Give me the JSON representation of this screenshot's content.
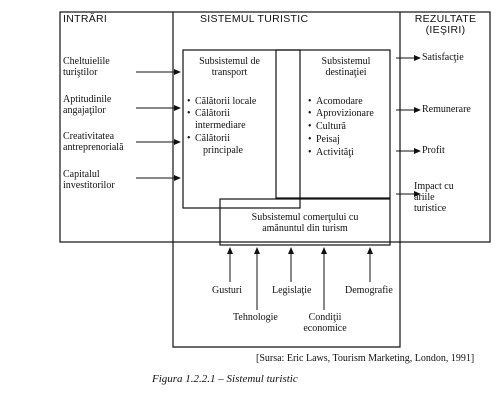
{
  "headers": {
    "inputs": "INTRĂRI",
    "system": "SISTEMUL TURISTIC",
    "results_line1": "REZULTATE",
    "results_line2": "(IEŞIRI)"
  },
  "inputs": [
    [
      "Cheltuielile",
      "turiştilor"
    ],
    [
      "Aptitudinile",
      "angajaţilor"
    ],
    [
      "Creativitatea",
      "antreprenorială"
    ],
    [
      "Capitalul",
      "investitorilor"
    ]
  ],
  "transport": {
    "title": [
      "Subsistemul de",
      "transport"
    ],
    "items": [
      "Călătorii locale",
      "Călătorii",
      "intermediare",
      "Călătorii",
      "principale"
    ]
  },
  "destination": {
    "title": [
      "Subsistemul",
      "destinaţiei"
    ],
    "items": [
      "Acomodare",
      "Aprovizionare",
      "Cultură",
      "Peisaj",
      "Activităţi"
    ]
  },
  "retail": [
    "Subsistemul comerţului cu",
    "amănuntul din turism"
  ],
  "outputs": {
    "satisfaction": "Satisfacţie",
    "remuneration": "Remunerare",
    "profit": "Profit",
    "impact": [
      "Impact cu",
      "ariile",
      "turistice"
    ]
  },
  "environment": {
    "gusturi": "Gusturi",
    "tehnologie": "Tehnologie",
    "legislatie": "Legislaţie",
    "conditii": [
      "Condiţii",
      "economice"
    ],
    "demografie": "Demografie"
  },
  "source": "[Sursa: Eric Laws, Tourism Marketing, London, 1991]",
  "caption": "Figura 1.2.2.1 – Sistemul turistic"
}
